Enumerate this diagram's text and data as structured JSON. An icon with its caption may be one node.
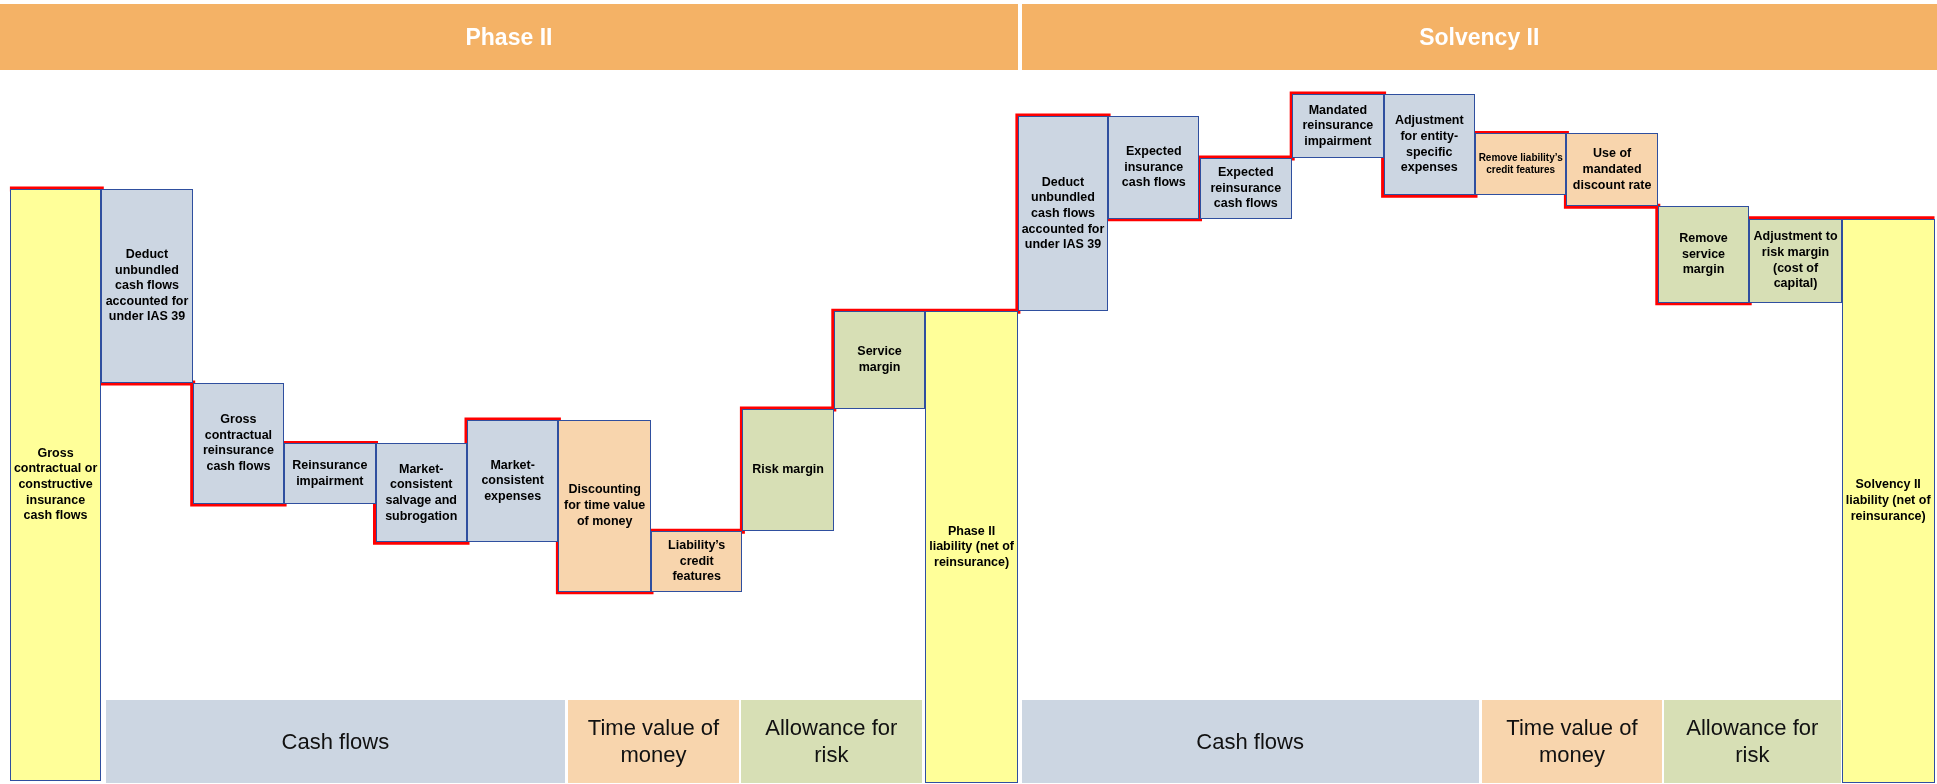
{
  "diagram": {
    "nodes": [
      {
        "text": [
          "Phase II"
        ]
      },
      {
        "text": [
          "Solvency II"
        ]
      },
      {
        "text": [
          "Gross contractual or constructive insurance cash flows"
        ]
      },
      {
        "text": [
          "Deduct unbundled cash flows accounted for under IAS 39"
        ]
      },
      {
        "text": [
          "Gross contractual reinsurance cash flows"
        ]
      },
      {
        "text": [
          "Reinsurance impairment"
        ]
      },
      {
        "text": [
          "Market-consistent salvage and subrogation"
        ]
      },
      {
        "text": [
          "Market-consistent expenses"
        ]
      },
      {
        "text": [
          "Discounting for time value of money"
        ]
      },
      {
        "text": [
          "Liability’s credit features"
        ]
      },
      {
        "text": [
          "Risk margin"
        ]
      },
      {
        "text": [
          "Service margin"
        ]
      },
      {
        "text": [
          "Phase II liability (net of reinsurance)"
        ]
      },
      {
        "text": [
          "Deduct unbundled cash flows accounted for under IAS 39"
        ]
      },
      {
        "text": [
          "Expected insurance cash flows"
        ]
      },
      {
        "text": [
          "Expected reinsurance cash flows"
        ]
      },
      {
        "text": [
          "Mandated reinsurance impairment"
        ]
      },
      {
        "text": [
          "Adjustment for entity-specific expenses"
        ]
      },
      {
        "text": [
          "Remove liability’s credit features"
        ]
      },
      {
        "text": [
          "Use of mandated discount rate"
        ]
      },
      {
        "text": [
          "Remove service margin"
        ]
      },
      {
        "text": [
          "Adjustment to risk margin (cost of capital)"
        ]
      },
      {
        "text": [
          "Solvency II liability (net of reinsurance)"
        ]
      },
      {
        "text": [
          "Cash flows"
        ]
      },
      {
        "text": [
          "Time value of money"
        ]
      },
      {
        "text": [
          "Allowance for risk"
        ]
      },
      {
        "text": [
          "Cash flows"
        ]
      },
      {
        "text": [
          "Time value of money"
        ]
      },
      {
        "text": [
          "Allowance for risk"
        ]
      }
    ]
  }
}
